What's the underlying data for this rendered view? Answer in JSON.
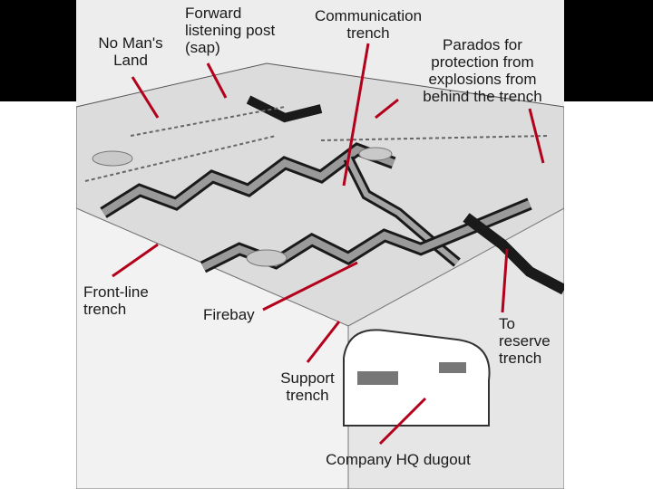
{
  "colors": {
    "background": "#ffffff",
    "top_bar": "#000000",
    "illustration_bg": "#ededed",
    "trench_line": "#1a1a1a",
    "pointer_line": "#b3001b"
  },
  "labels": {
    "no_mans_land": "No Man's\nLand",
    "forward_post": "Forward\nlistening post\n(sap)",
    "communication_trench": "Communication\ntrench",
    "parados": "Parados for\nprotection from\nexplosions from\nbehind the trench",
    "front_line": "Front-line\ntrench",
    "firebay": "Firebay",
    "to_reserve": "To\nreserve\ntrench",
    "support_trench": "Support\ntrench",
    "company_hq": "Company HQ dugout"
  }
}
